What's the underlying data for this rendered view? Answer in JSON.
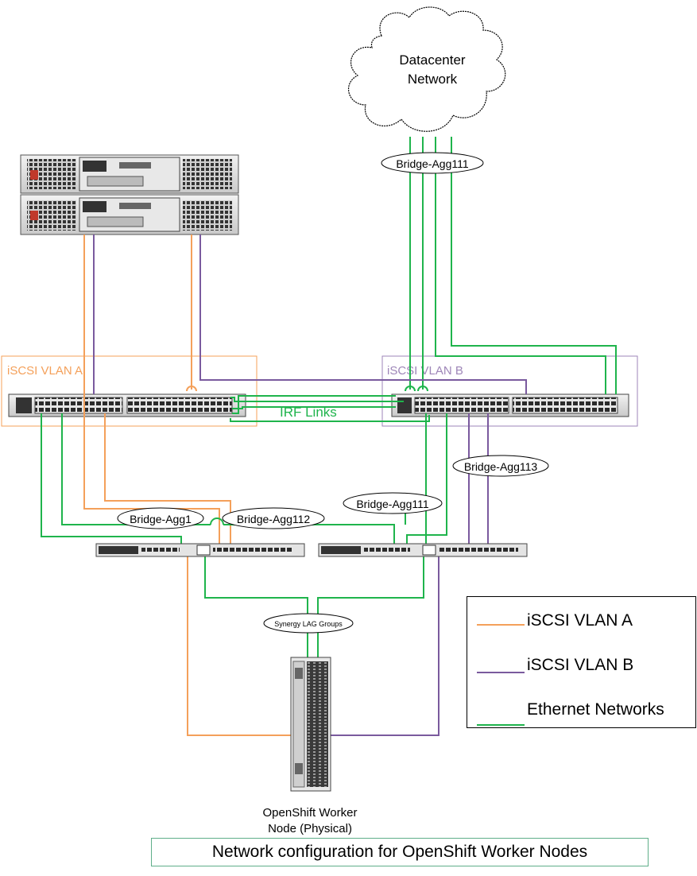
{
  "diagram": {
    "cloud_label_line1": "Datacenter",
    "cloud_label_line2": "Network",
    "vlan_a_box_label": "iSCSI VLAN A",
    "vlan_b_box_label": "iSCSI VLAN B",
    "irf_label": "IRF Links",
    "bridge_agg111_top": "Bridge-Agg111",
    "bridge_agg113": "Bridge-Agg113",
    "bridge_agg111_mid": "Bridge-Agg111",
    "bridge_agg1": "Bridge-Agg1",
    "bridge_agg112": "Bridge-Agg112",
    "synergy_lag": "Synergy LAG Groups",
    "worker_label_line1": "OpenShift Worker",
    "worker_label_line2": "Node (Physical)",
    "title": "Network configuration for OpenShift Worker Nodes"
  },
  "legend": {
    "items": [
      {
        "label": "iSCSI VLAN A",
        "color": "#f4a05a"
      },
      {
        "label": "iSCSI VLAN B",
        "color": "#7a5a9e"
      },
      {
        "label": "Ethernet Networks",
        "color": "#1fb44c"
      }
    ]
  },
  "colors": {
    "vlan_a": "#f4a05a",
    "vlan_b": "#7a5a9e",
    "ethernet": "#1fb44c",
    "box_a": "#f4a05a",
    "box_b": "#9e86b8"
  }
}
